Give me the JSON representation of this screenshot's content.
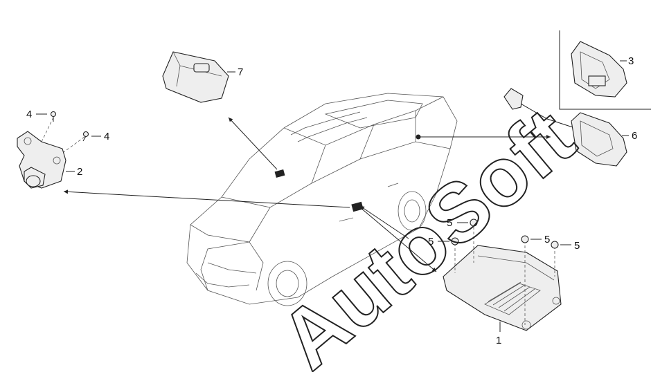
{
  "watermark": "AutoSoft",
  "callouts": {
    "c1": "1",
    "c2": "2",
    "c3": "3",
    "c4a": "4",
    "c4b": "4",
    "c5a": "5",
    "c5b": "5",
    "c5c": "5",
    "c5d": "5",
    "c6": "6",
    "c7": "7"
  }
}
